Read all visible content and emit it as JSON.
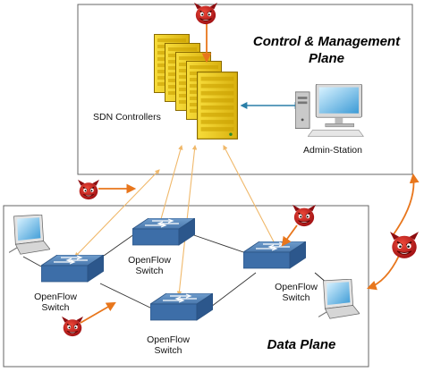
{
  "control_plane": {
    "title_line1": "Control & Management",
    "title_line2": "Plane",
    "sdn_label": "SDN Controllers",
    "admin_label": "Admin-Station"
  },
  "data_plane": {
    "title": "Data Plane",
    "switches": [
      {
        "line1": "OpenFlow",
        "line2": "Switch"
      },
      {
        "line1": "OpenFlow",
        "line2": "Switch"
      },
      {
        "line1": "OpenFlow",
        "line2": "Switch"
      },
      {
        "line1": "OpenFlow",
        "line2": "Switch"
      }
    ]
  },
  "icons": {
    "threat": "devil-icon",
    "server": "server-rack-icon",
    "switch": "network-switch-icon",
    "workstation": "computer-icon"
  },
  "colors": {
    "server_yellow": "#f5d11e",
    "switch_blue": "#3d6ea8",
    "secure_link": "#2a7fa8",
    "attack_orange": "#e8761c",
    "control_link": "#f2c98a",
    "devil_red": "#c4161c"
  }
}
